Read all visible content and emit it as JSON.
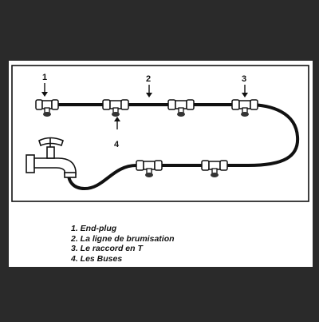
{
  "callouts": {
    "c1": "1",
    "c2": "2",
    "c3": "3",
    "c4": "4"
  },
  "legend": {
    "item1": "1. End-plug",
    "item2": "2. La ligne de brumisation",
    "item3": "3. Le raccord en T",
    "item4": "4. Les Buses"
  },
  "colors": {
    "background": "#2a2a2a",
    "panel": "#ffffff",
    "line": "#111111"
  }
}
